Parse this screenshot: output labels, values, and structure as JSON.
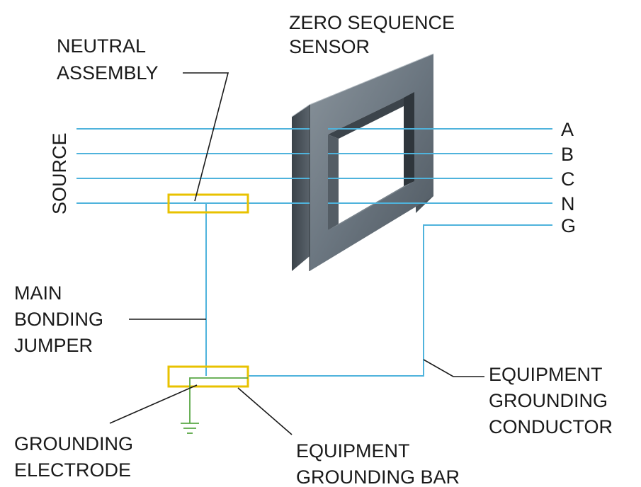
{
  "labels": {
    "sensor_line1": "ZERO SEQUENCE",
    "sensor_line2": "SENSOR",
    "neutral_line1": "NEUTRAL",
    "neutral_line2": "ASSEMBLY",
    "source": "SOURCE",
    "phase_a": "A",
    "phase_b": "B",
    "phase_c": "C",
    "phase_n": "N",
    "phase_g": "G",
    "mbj_line1": "MAIN",
    "mbj_line2": "BONDING",
    "mbj_line3": "JUMPER",
    "egc_line1": "EQUIPMENT",
    "egc_line2": "GROUNDING",
    "egc_line3": "CONDUCTOR",
    "ge_line1": "GROUNDING",
    "ge_line2": "ELECTRODE",
    "egb_line1": "EQUIPMENT",
    "egb_line2": "GROUNDING BAR"
  },
  "colors": {
    "wire": "#4fb3dc",
    "box_outline": "#e8c200",
    "ground_symbol": "#5aa845",
    "sensor_front": "#6b7680",
    "sensor_side": "#3f474f",
    "text": "#1a1a1a"
  }
}
